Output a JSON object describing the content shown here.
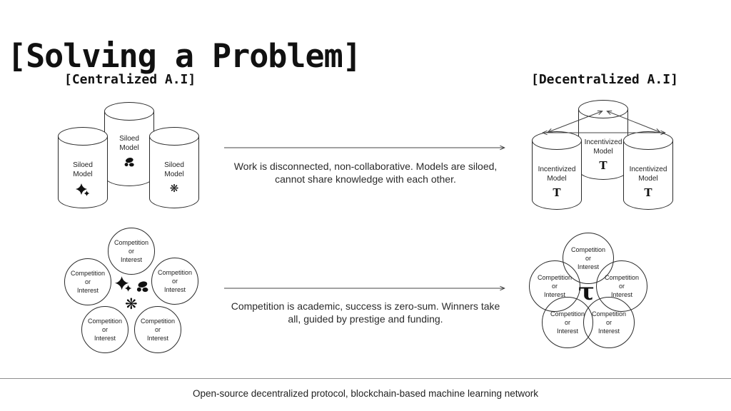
{
  "title": "[Solving a Problem]",
  "centralized": {
    "heading": "[Centralized A.I]",
    "cylinder_label": "Siloed\nModel",
    "circle_label": "Competition\nor\nInterest"
  },
  "decentralized": {
    "heading": "[Decentralized A.I]",
    "cylinder_label": "Incentivized\nModel",
    "circle_label": "Competition\nor\nInterest",
    "tau_small": "T",
    "tau_large": "τ"
  },
  "rows": [
    {
      "caption": "Work is disconnected, non-collaborative. Models are siloed,\ncannot share knowledge with each other."
    },
    {
      "caption": "Competition is academic, success is zero-sum. Winners take\nall, guided by prestige and funding."
    }
  ],
  "footer": "Open-source decentralized protocol, blockchain-based machine learning network",
  "colors": {
    "ink": "#1b1b1b",
    "line": "#2a2a2a",
    "arrow": "#444444",
    "divider": "#8f8f8f"
  }
}
